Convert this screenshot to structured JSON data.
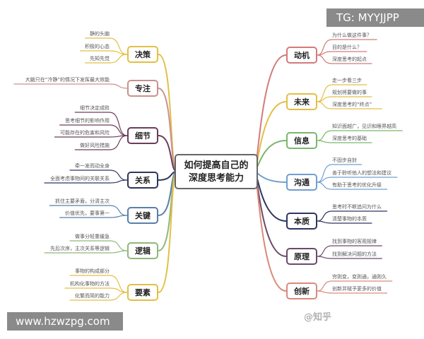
{
  "center": {
    "line1": "如何提高自己的",
    "line2": "深度思考能力"
  },
  "left_branches": [
    {
      "label": "决策",
      "color": "#e3bf45",
      "leaves": [
        "静的头脑",
        "积极的心态",
        "先知先觉"
      ]
    },
    {
      "label": "专注",
      "color": "#c9918f",
      "leaves": [
        "大脑只在“冷静”的情况下发挥最大效能"
      ]
    },
    {
      "label": "细节",
      "color": "#6b3d5c",
      "leaves": [
        "细节决定成败",
        "思考细节的影响作用",
        "可能存在的危害和风险",
        "做好风险措施"
      ]
    },
    {
      "label": "关系",
      "color": "#2e3560",
      "leaves": [
        "牵一发而动全身",
        "全面考虑事物间的关联关系"
      ]
    },
    {
      "label": "关键",
      "color": "#5a7fa8",
      "leaves": [
        "抓住主要矛盾，分清主次",
        "价值优先，要事第一"
      ]
    },
    {
      "label": "逻辑",
      "color": "#8fb87a",
      "leaves": [
        "做事分轻重缓急",
        "先后次序，主次关系等逻辑"
      ]
    },
    {
      "label": "要素",
      "color": "#e3bf45",
      "leaves": [
        "事物的构成部分",
        "机构化事物的方法",
        "化繁而简的能力"
      ]
    }
  ],
  "right_branches": [
    {
      "label": "动机",
      "color": "#d47a7a",
      "leaves": [
        "为什么做这件事？",
        "目的是什么？",
        "深度思考的起点"
      ]
    },
    {
      "label": "未来",
      "color": "#e3bf45",
      "leaves": [
        "走一步看三步",
        "规划将要做的事",
        "深度思考的“终点”"
      ]
    },
    {
      "label": "信息",
      "color": "#7ab86a",
      "leaves": [
        "知识面越广，见识和眼界越高",
        "深度思考的基础"
      ]
    },
    {
      "label": "沟通",
      "color": "#6f9fd0",
      "leaves": [
        "不固步自封",
        "善于聆听他人的想法和建议",
        "有助于思考的优化升级"
      ]
    },
    {
      "label": "本质",
      "color": "#2e3560",
      "leaves": [
        "思考时不断追问为什么",
        "清楚事物的本质"
      ]
    },
    {
      "label": "原理",
      "color": "#6b4a6a",
      "leaves": [
        "找到事物的客观规律",
        "找到解决问题的方法"
      ]
    },
    {
      "label": "创新",
      "color": "#d98a7a",
      "leaves": [
        "穷则变，变则通，通则久",
        "创新并赋予更多的价值"
      ]
    }
  ],
  "watermark": "@知乎",
  "tg_label": "TG: MYYJJPP",
  "site_label": "www.hzwzpg.com"
}
